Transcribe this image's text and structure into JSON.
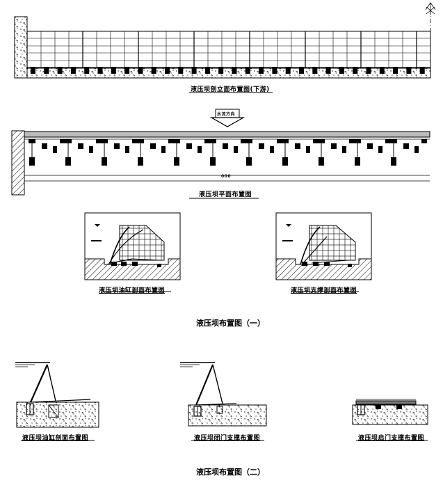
{
  "figure1": {
    "elevation_title": "液压坝剖立面布置图(下游)",
    "plan_title": "液压坝平面布置图",
    "flow_label": "水流方向",
    "dimension_label": "000",
    "section_cylinder_title": "液压坝油缸剖面布置图",
    "section_support_title": "液压坝支撑剖面布置图",
    "caption": "液压坝布置图（一）"
  },
  "figure2": {
    "cylinder_title": "液压坝油缸剖面布置图",
    "closed_gate_title": "液压坝闭门支撑布置图",
    "open_gate_title": "液压坝启门支撑布置图",
    "caption": "液压坝布置图（二）"
  }
}
